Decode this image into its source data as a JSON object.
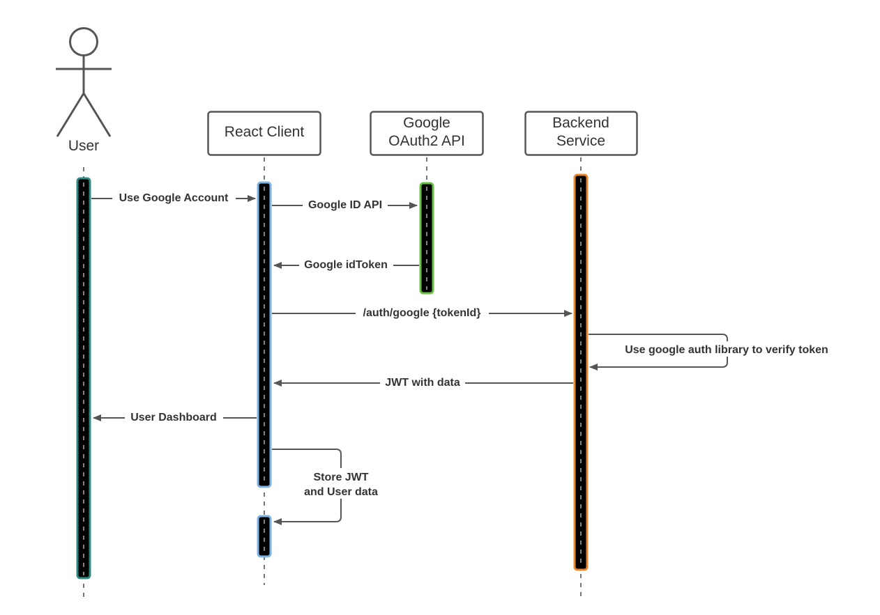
{
  "actor": {
    "name": "User"
  },
  "participants": [
    {
      "id": "react",
      "lines": [
        "React Client"
      ]
    },
    {
      "id": "google",
      "lines": [
        "Google",
        "OAuth2 API"
      ]
    },
    {
      "id": "backend",
      "lines": [
        "Backend",
        "Service"
      ]
    }
  ],
  "activation_colors": {
    "user": "#2e8b84",
    "react": "#7fb2e5",
    "google": "#6abf45",
    "backend": "#e8852f",
    "bar_fill": "#000000"
  },
  "messages": [
    {
      "label": "Use Google Account",
      "from": "User",
      "to": "React Client",
      "style": "solid"
    },
    {
      "label": "Google ID API",
      "from": "React Client",
      "to": "Google OAuth2 API",
      "style": "solid"
    },
    {
      "label": "Google idToken",
      "from": "Google OAuth2 API",
      "to": "React Client",
      "style": "return"
    },
    {
      "label": "/auth/google {tokenId}",
      "from": "React Client",
      "to": "Backend Service",
      "style": "solid"
    },
    {
      "label": "Use google auth library to verify token",
      "from": "Backend Service",
      "to": "Backend Service",
      "style": "self"
    },
    {
      "label": "JWT with data",
      "from": "Backend Service",
      "to": "React Client",
      "style": "return"
    },
    {
      "label": "User Dashboard",
      "from": "React Client",
      "to": "User",
      "style": "return"
    },
    {
      "label": "Store JWT",
      "label2": "and User data",
      "from": "React Client",
      "to": "React Client",
      "style": "self"
    }
  ]
}
